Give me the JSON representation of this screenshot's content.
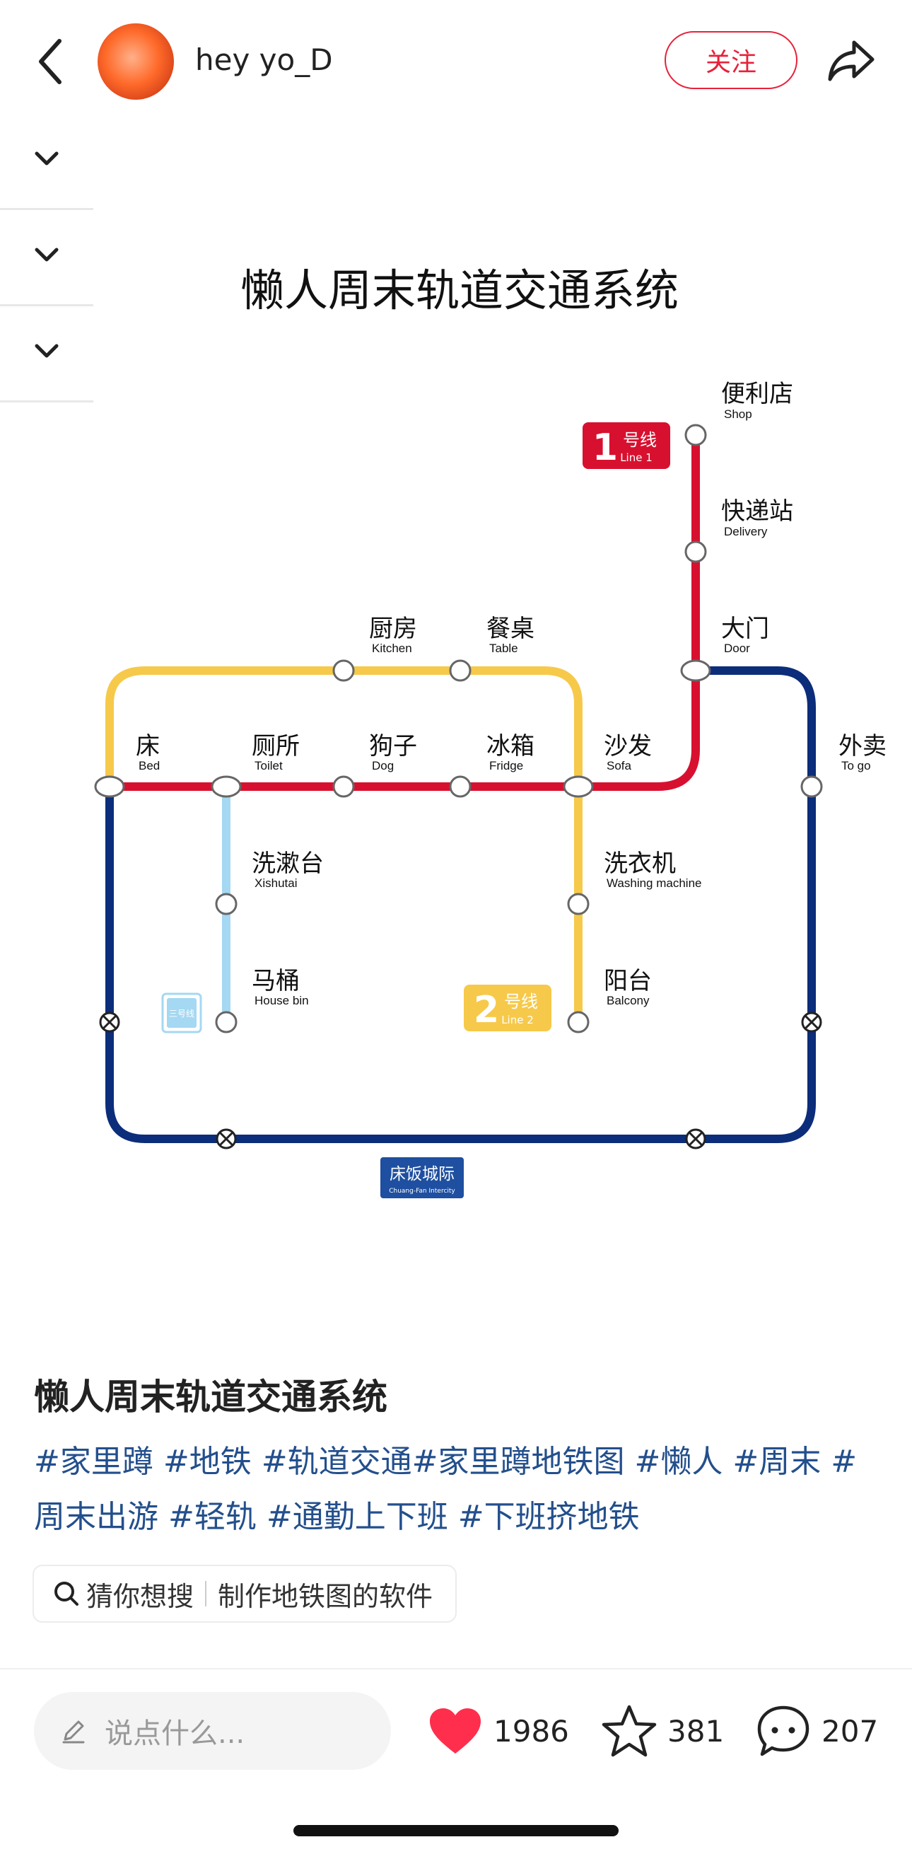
{
  "header": {
    "username": "hey yo_D",
    "follow_label": "关注"
  },
  "map": {
    "title": "懒人周末轨道交通系统",
    "line1_badge": {
      "num": "1",
      "cn": "号线",
      "en": "Line 1",
      "color": "#d8102f"
    },
    "line2_badge": {
      "num": "2",
      "cn": "号线",
      "en": "Line 2",
      "color": "#f6c94a"
    },
    "line3_badge": {
      "cn": "三号线",
      "color": "#9fd7f0"
    },
    "intercity_badge": {
      "cn": "床饭城际",
      "en": "Chuang-Fan Intercity",
      "color": "#1e4fa0"
    },
    "stations": {
      "shop": {
        "cn": "便利店",
        "en": "Shop"
      },
      "delivery": {
        "cn": "快递站",
        "en": "Delivery"
      },
      "door": {
        "cn": "大门",
        "en": "Door"
      },
      "kitchen": {
        "cn": "厨房",
        "en": "Kitchen"
      },
      "table": {
        "cn": "餐桌",
        "en": "Table"
      },
      "bed": {
        "cn": "床",
        "en": "Bed"
      },
      "toilet": {
        "cn": "厕所",
        "en": "Toilet"
      },
      "dog": {
        "cn": "狗子",
        "en": "Dog"
      },
      "fridge": {
        "cn": "冰箱",
        "en": "Fridge"
      },
      "sofa": {
        "cn": "沙发",
        "en": "Sofa"
      },
      "togo": {
        "cn": "外卖",
        "en": "To go"
      },
      "xishutai": {
        "cn": "洗漱台",
        "en": "Xishutai"
      },
      "washing": {
        "cn": "洗衣机",
        "en": "Washing machine"
      },
      "housebin": {
        "cn": "马桶",
        "en": "House bin"
      },
      "balcony": {
        "cn": "阳台",
        "en": "Balcony"
      }
    },
    "colors": {
      "red": "#d8102f",
      "yellow": "#f6c94a",
      "navy": "#0b2d7a",
      "lightblue": "#a5d8f2"
    }
  },
  "post": {
    "title": "懒人周末轨道交通系统",
    "tags": [
      "#家里蹲",
      "#地铁",
      "#轨道交通#家里蹲地铁图",
      "#懒人",
      "#周末",
      "#周末出游",
      "#轻轨",
      "#通勤上下班",
      "#下班挤地铁"
    ]
  },
  "suggest": {
    "label": "猜你想搜",
    "query": "制作地铁图的软件"
  },
  "bottom": {
    "comment_placeholder": "说点什么...",
    "likes": "1986",
    "stars": "381",
    "comments": "207"
  }
}
